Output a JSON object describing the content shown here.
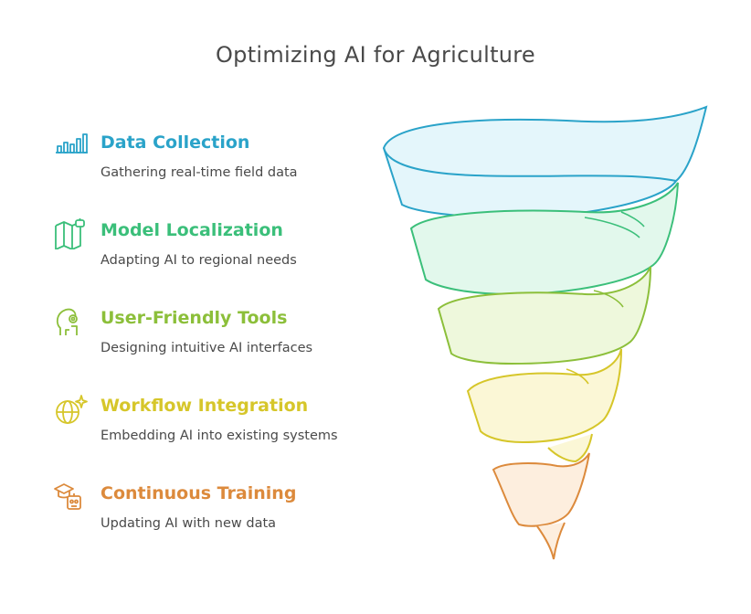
{
  "title": "Optimizing AI for Agriculture",
  "steps": [
    {
      "heading": "Data Collection",
      "description": "Gathering real-time field data",
      "color": "#2aa3c9",
      "fill": "#e4f6fb",
      "icon": "bar-chart-icon"
    },
    {
      "heading": "Model Localization",
      "description": "Adapting AI to regional needs",
      "color": "#3bbf7a",
      "fill": "#e2f8ec",
      "icon": "map-robot-icon"
    },
    {
      "heading": "User-Friendly Tools",
      "description": "Designing intuitive AI interfaces",
      "color": "#8cbf3a",
      "fill": "#eef8dc",
      "icon": "user-gear-icon"
    },
    {
      "heading": "Workflow Integration",
      "description": "Embedding AI into existing systems",
      "color": "#d6c62a",
      "fill": "#fbf7d6",
      "icon": "globe-sparkle-icon"
    },
    {
      "heading": "Continuous Training",
      "description": "Updating AI with new data",
      "color": "#dc8a3c",
      "fill": "#fdeede",
      "icon": "graduation-robot-icon"
    }
  ]
}
